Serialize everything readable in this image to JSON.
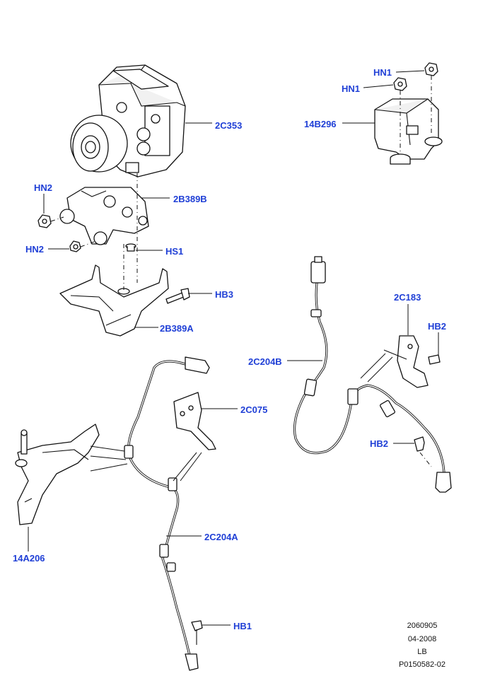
{
  "callouts": {
    "c2C353": "2C353",
    "cHN2_top": "HN2",
    "c2B389B": "2B389B",
    "cHN2_bottom": "HN2",
    "cHS1": "HS1",
    "cHB3": "HB3",
    "c2B389A": "2B389A",
    "cHN1_top": "HN1",
    "cHN1_second": "HN1",
    "c14B296": "14B296",
    "c2C183": "2C183",
    "cHB2_right": "HB2",
    "c2C204B": "2C204B",
    "cHB2_left": "HB2",
    "c2C075": "2C075",
    "c14A206": "14A206",
    "c2C204A": "2C204A",
    "cHB1": "HB1"
  },
  "reference": {
    "line1": "2060905",
    "line2": "04-2008",
    "line3": "LB",
    "line4": "P0150582-02"
  },
  "colors": {
    "callout": "#1f3fd6",
    "line": "#111111",
    "background": "#ffffff"
  }
}
